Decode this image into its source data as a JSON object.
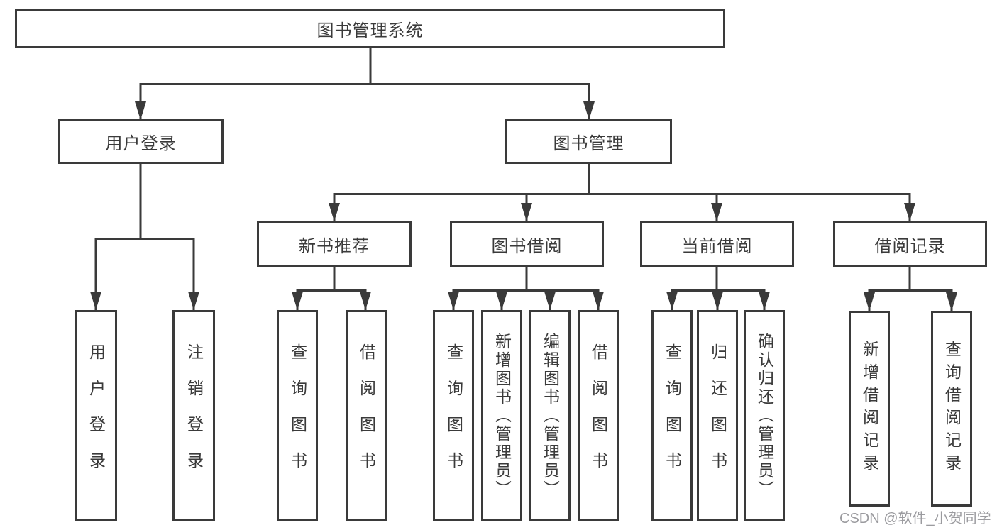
{
  "diagram": {
    "root": {
      "label": "图书管理系统"
    },
    "level1": [
      {
        "label": "用户登录"
      },
      {
        "label": "图书管理"
      }
    ],
    "level2": [
      {
        "label": "新书推荐"
      },
      {
        "label": "图书借阅"
      },
      {
        "label": "当前借阅"
      },
      {
        "label": "借阅记录"
      }
    ],
    "leaves": {
      "user_login": [
        "用户登录",
        "注销登录"
      ],
      "new_books": [
        "查询图书",
        "借阅图书"
      ],
      "book_borrow": [
        "查询图书",
        "新增图书（管理员）",
        "编辑图书（管理员）",
        "借阅图书"
      ],
      "current_borrow": [
        "查询图书",
        "归还图书",
        "确认归还（管理员）"
      ],
      "borrow_records": [
        "新增借阅记录",
        "查询借阅记录"
      ]
    }
  },
  "watermark": "CSDN @软件_小贺同学",
  "colors": {
    "line": "#3a3a3a",
    "text": "#3a3a3a",
    "watermark_text": "#9b9b9f",
    "background": "#ffffff"
  }
}
